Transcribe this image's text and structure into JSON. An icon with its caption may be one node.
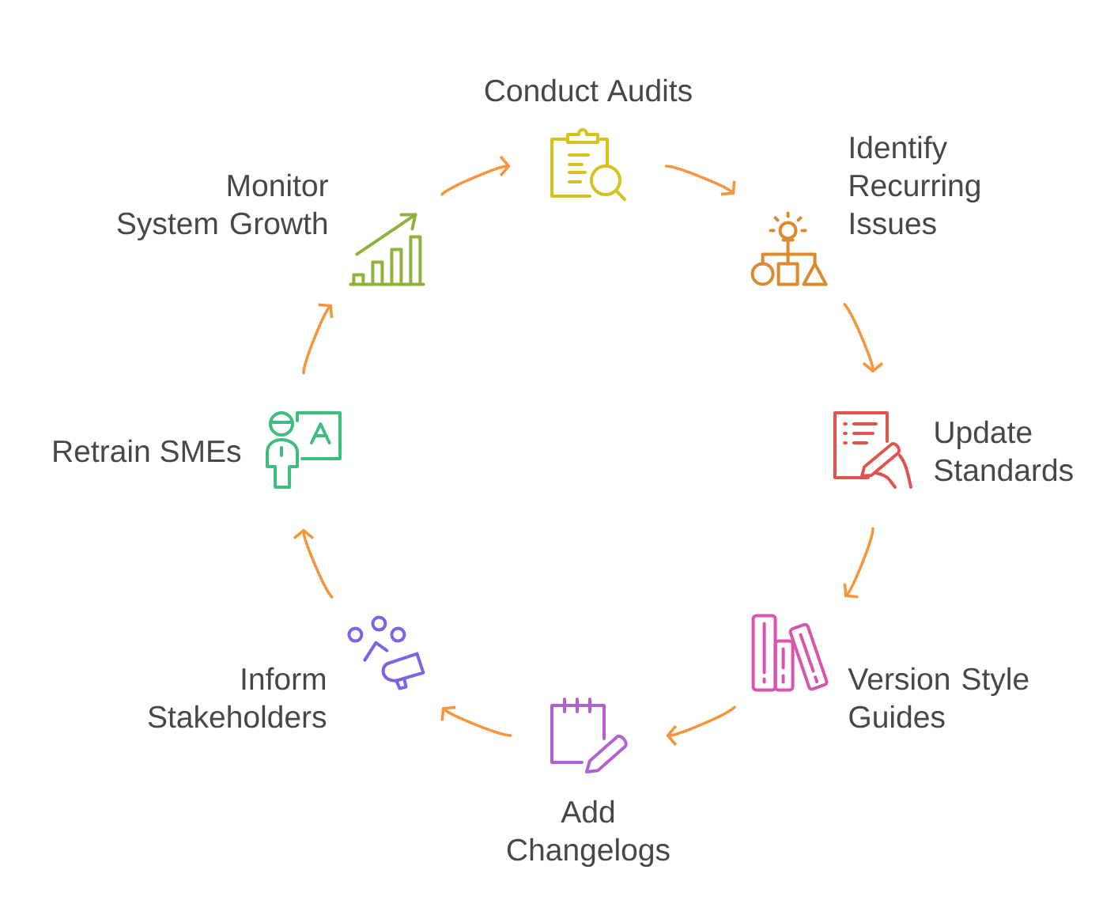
{
  "diagram": {
    "nodes": [
      {
        "text": [],
        "shape": "picture",
        "beside": [
          "Conduct Audits"
        ]
      },
      {
        "text": [],
        "shape": "picture",
        "beside": [
          "Identify Recurring Issues"
        ]
      },
      {
        "text": [],
        "shape": "picture",
        "beside": [
          "Update Standards"
        ]
      },
      {
        "text": [],
        "shape": "picture",
        "beside": [
          "Version Style Guides"
        ]
      },
      {
        "text": [],
        "shape": "picture",
        "beside": [
          "Add Changelogs"
        ]
      },
      {
        "text": [],
        "shape": "picture",
        "beside": [
          "Inform Stakeholders"
        ]
      },
      {
        "text": [],
        "shape": "picture",
        "beside": [
          "Retrain SMEs"
        ]
      },
      {
        "text": [],
        "shape": "picture",
        "beside": [
          "Monitor System Growth"
        ]
      }
    ],
    "edges": [
      {
        "from": 0,
        "to": 1,
        "arrow": "to"
      },
      {
        "from": 1,
        "to": 2,
        "arrow": "to"
      },
      {
        "from": 2,
        "to": 3,
        "arrow": "to"
      },
      {
        "from": 3,
        "to": 4,
        "arrow": "to"
      },
      {
        "from": 4,
        "to": 5,
        "arrow": "to"
      },
      {
        "from": 5,
        "to": 6,
        "arrow": "to"
      },
      {
        "from": 6,
        "to": 7,
        "arrow": "to"
      },
      {
        "from": 7,
        "to": 0,
        "arrow": "to"
      }
    ]
  }
}
